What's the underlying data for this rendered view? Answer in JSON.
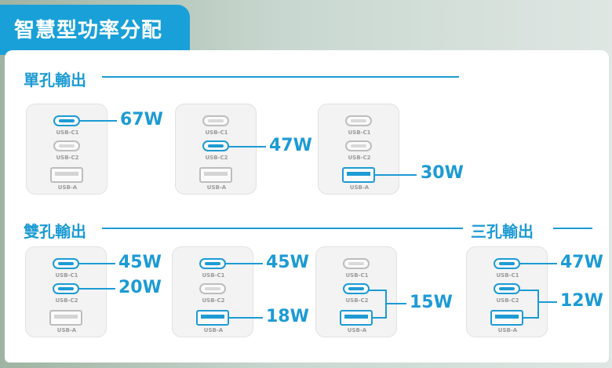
{
  "title": "智慧型功率分配",
  "port_labels": {
    "c1": "USB-C1",
    "c2": "USB-C2",
    "a": "USB-A"
  },
  "sections": {
    "single": "單孔輸出",
    "dual": "雙孔輸出",
    "triple": "三孔輸出"
  },
  "configs": [
    {
      "id": "single-c1",
      "section": "single",
      "active_ports": [
        "USB-C1"
      ],
      "watts": [
        "67W"
      ]
    },
    {
      "id": "single-c2",
      "section": "single",
      "active_ports": [
        "USB-C2"
      ],
      "watts": [
        "47W"
      ]
    },
    {
      "id": "single-a",
      "section": "single",
      "active_ports": [
        "USB-A"
      ],
      "watts": [
        "30W"
      ]
    },
    {
      "id": "dual-c1-c2",
      "section": "dual",
      "active_ports": [
        "USB-C1",
        "USB-C2"
      ],
      "watts": [
        "45W",
        "20W"
      ]
    },
    {
      "id": "dual-c1-a",
      "section": "dual",
      "active_ports": [
        "USB-C1",
        "USB-A"
      ],
      "watts": [
        "45W",
        "18W"
      ]
    },
    {
      "id": "dual-c2-a",
      "section": "dual",
      "active_ports": [
        "USB-C2",
        "USB-A"
      ],
      "watts": [
        "15W"
      ]
    },
    {
      "id": "triple",
      "section": "triple",
      "active_ports": [
        "USB-C1",
        "USB-C2",
        "USB-A"
      ],
      "watts": [
        "47W",
        "12W"
      ]
    }
  ],
  "colors": {
    "accent": "#1d9bd4",
    "title_bg": "#1aa0d8",
    "port_inactive": "#bdbdbd"
  }
}
